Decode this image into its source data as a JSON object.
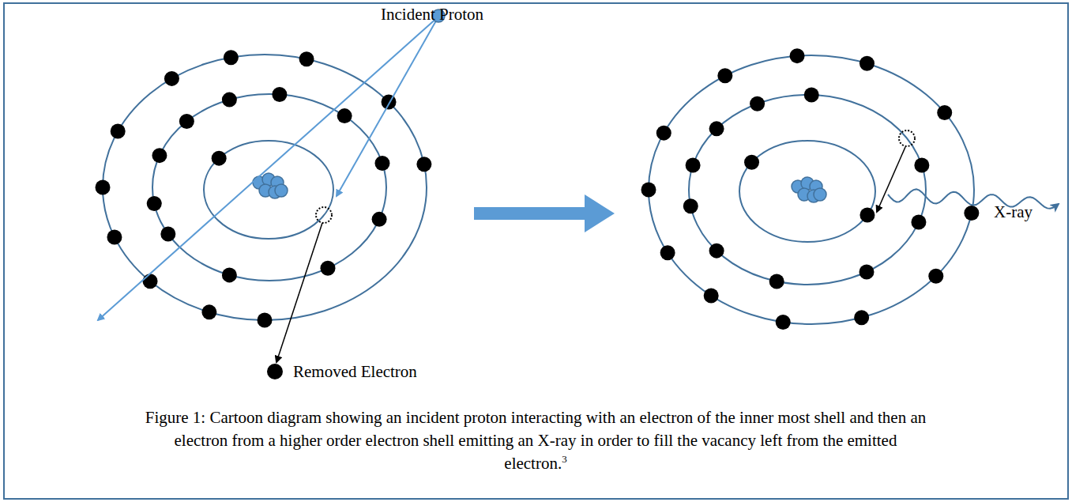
{
  "diagram": {
    "caption": "Figure 1: Cartoon diagram showing an incident proton interacting with an electron of the inner most shell and then an electron from a higher order electron shell emitting an X-ray in order to fill the vacancy left from the emitted electron.",
    "labels": [
      "Incident Proton",
      "Removed Electron",
      "X-ray",
      "3"
    ]
  }
}
